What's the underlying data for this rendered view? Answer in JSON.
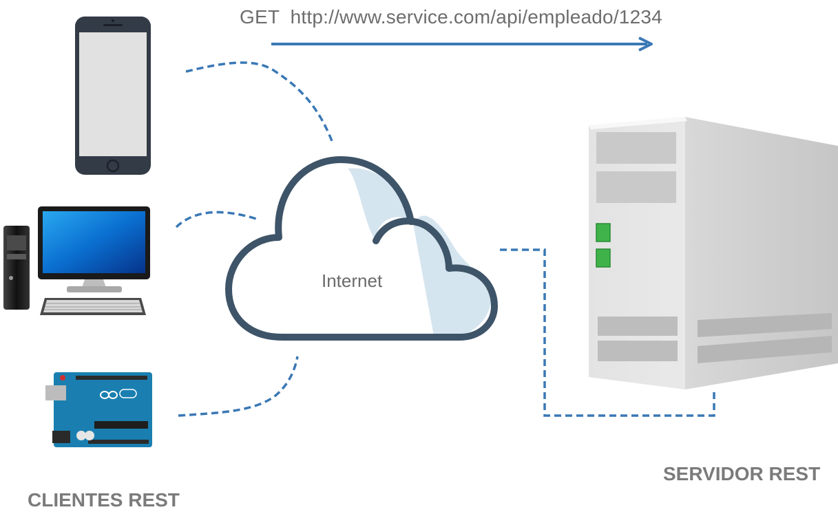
{
  "request": {
    "text": "GET  http://www.service.com/api/empleado/1234"
  },
  "cloud": {
    "label": "Internet"
  },
  "clients": {
    "label": "CLIENTES REST"
  },
  "server": {
    "label": "SERVIDOR REST"
  },
  "colors": {
    "connector": "#3a78b5",
    "cloud_outline": "#3e5468",
    "cloud_shade": "#d5e5ef",
    "label_gray": "#7b7b7b",
    "server_led": "#3fb34a"
  },
  "icons": [
    "smartphone-icon",
    "desktop-computer-icon",
    "arduino-board-icon",
    "cloud-icon",
    "server-tower-icon"
  ]
}
